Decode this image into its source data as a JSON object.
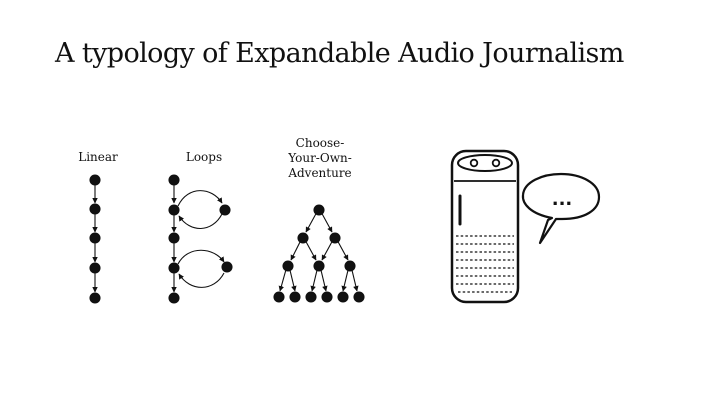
{
  "title": "A typology of Expandable Audio Journalism",
  "diagrams": {
    "linear": {
      "label": "Linear"
    },
    "loops": {
      "label": "Loops"
    },
    "cyoa": {
      "label_lines": [
        "Choose-",
        "Your-Own-",
        "Adventure"
      ]
    }
  },
  "colors": {
    "ink": "#111111",
    "background": "#ffffff"
  },
  "icons": [
    "smart-speaker-icon",
    "speech-bubble-icon"
  ],
  "speech_bubble_text": "..."
}
